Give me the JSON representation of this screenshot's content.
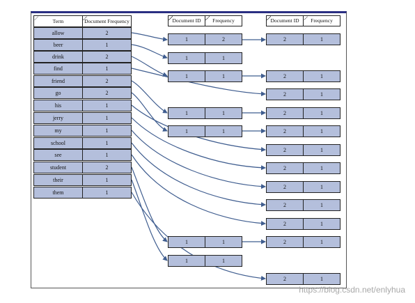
{
  "term_table": {
    "headers": {
      "term": "Term",
      "document_frequency": "Document Frequency"
    },
    "rows": [
      {
        "term": "allow",
        "df": "2"
      },
      {
        "term": "beer",
        "df": "1"
      },
      {
        "term": "drink",
        "df": "2"
      },
      {
        "term": "find",
        "df": "1"
      },
      {
        "term": "friend",
        "df": "2"
      },
      {
        "term": "go",
        "df": "2"
      },
      {
        "term": "his",
        "df": "1"
      },
      {
        "term": "jerry",
        "df": "1"
      },
      {
        "term": "my",
        "df": "1"
      },
      {
        "term": "school",
        "df": "1"
      },
      {
        "term": "see",
        "df": "1"
      },
      {
        "term": "student",
        "df": "2"
      },
      {
        "term": "their",
        "df": "1"
      },
      {
        "term": "them",
        "df": "1"
      }
    ]
  },
  "posting_headers": {
    "document_id": "Document ID",
    "frequency": "Frequency"
  },
  "posting_column_1": [
    {
      "doc": "1",
      "freq": "2"
    },
    {
      "doc": "1",
      "freq": "1"
    },
    {
      "doc": "1",
      "freq": "1"
    },
    {
      "doc": "1",
      "freq": "1"
    },
    {
      "doc": "1",
      "freq": "1"
    },
    {
      "doc": "1",
      "freq": "1"
    },
    {
      "doc": "1",
      "freq": "1"
    }
  ],
  "posting_column_2": [
    {
      "doc": "2",
      "freq": "1"
    },
    {
      "doc": "2",
      "freq": "1"
    },
    {
      "doc": "2",
      "freq": "1"
    },
    {
      "doc": "2",
      "freq": "1"
    },
    {
      "doc": "2",
      "freq": "1"
    },
    {
      "doc": "2",
      "freq": "1"
    },
    {
      "doc": "2",
      "freq": "1"
    },
    {
      "doc": "2",
      "freq": "1"
    },
    {
      "doc": "2",
      "freq": "1"
    },
    {
      "doc": "2",
      "freq": "1"
    },
    {
      "doc": "2",
      "freq": "1"
    },
    {
      "doc": "2",
      "freq": "1"
    }
  ],
  "watermark": "https://blog.csdn.net/enlyhua",
  "colors": {
    "cell_fill": "#b4bfdc",
    "arrow": "#3f5d8f",
    "frame_top": "#2a2e82"
  }
}
